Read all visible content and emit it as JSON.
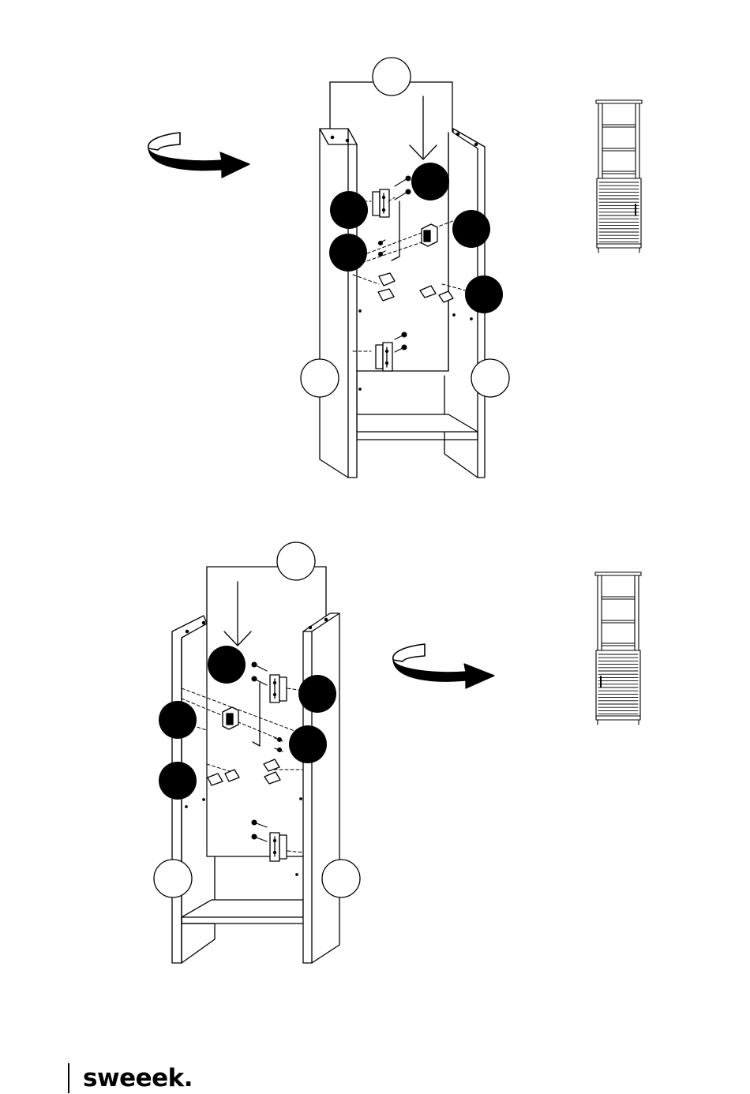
{
  "brand": {
    "name": "sweeek."
  },
  "colors": {
    "ink": "#000000",
    "paper": "#ffffff"
  },
  "steps": [
    {
      "id": "step-a",
      "rotate_direction": "right"
    },
    {
      "id": "step-b",
      "rotate_direction": "right"
    }
  ],
  "icons": [
    "rotate-arrow-icon",
    "cabinet-preview-icon"
  ]
}
